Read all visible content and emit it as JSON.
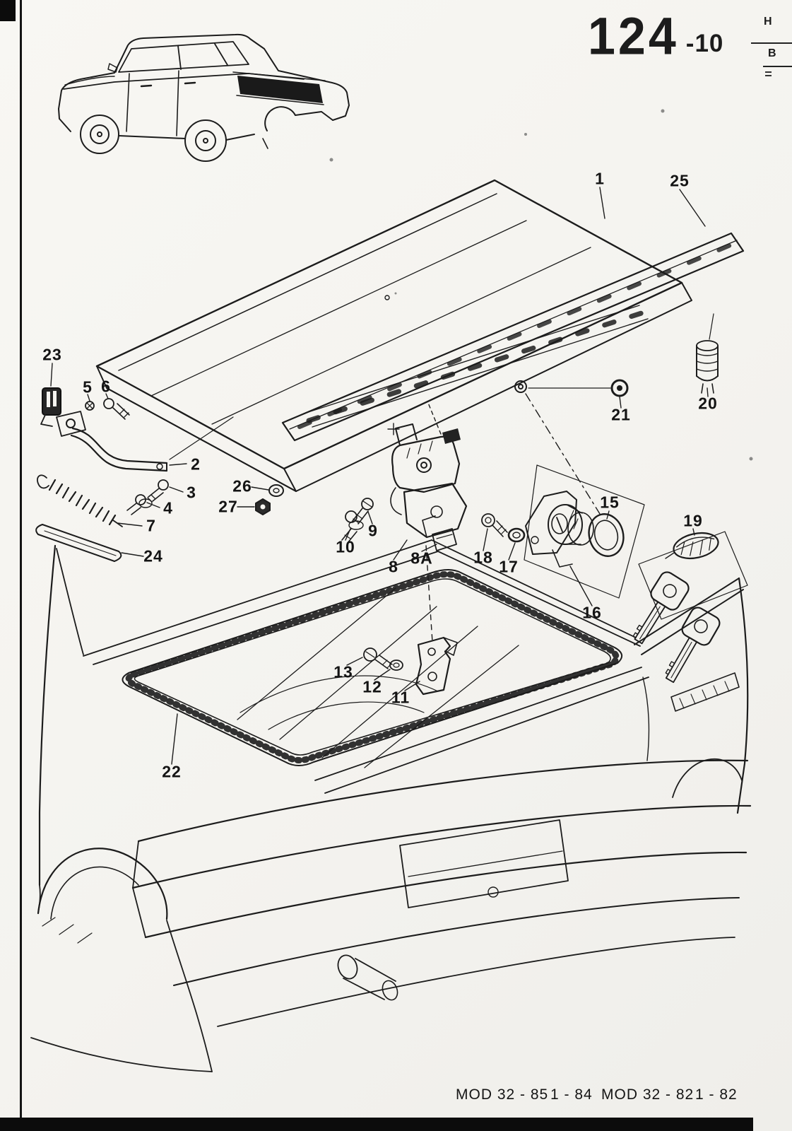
{
  "colors": {
    "ink": "#1c1c1c",
    "paper": "#f6f5f1"
  },
  "page": {
    "number": "124",
    "suffix": "-10",
    "edge_top_letter": "H",
    "edge_bottom_letter": "B",
    "footer": {
      "left_model": "MOD 32 - 85",
      "left_date": "1 - 84",
      "right_model": "MOD 32 - 82",
      "right_date": "1 - 82"
    }
  },
  "diagram": {
    "callouts": [
      {
        "label": "1"
      },
      {
        "label": "25"
      },
      {
        "label": "23"
      },
      {
        "label": "5"
      },
      {
        "label": "6"
      },
      {
        "label": "2"
      },
      {
        "label": "26"
      },
      {
        "label": "27"
      },
      {
        "label": "3"
      },
      {
        "label": "4"
      },
      {
        "label": "7"
      },
      {
        "label": "24"
      },
      {
        "label": "9"
      },
      {
        "label": "10"
      },
      {
        "label": "8"
      },
      {
        "label": "8A"
      },
      {
        "label": "18"
      },
      {
        "label": "17"
      },
      {
        "label": "15"
      },
      {
        "label": "16"
      },
      {
        "label": "19"
      },
      {
        "label": "20"
      },
      {
        "label": "21"
      },
      {
        "label": "22"
      },
      {
        "label": "13"
      },
      {
        "label": "12"
      },
      {
        "label": "11"
      }
    ]
  }
}
